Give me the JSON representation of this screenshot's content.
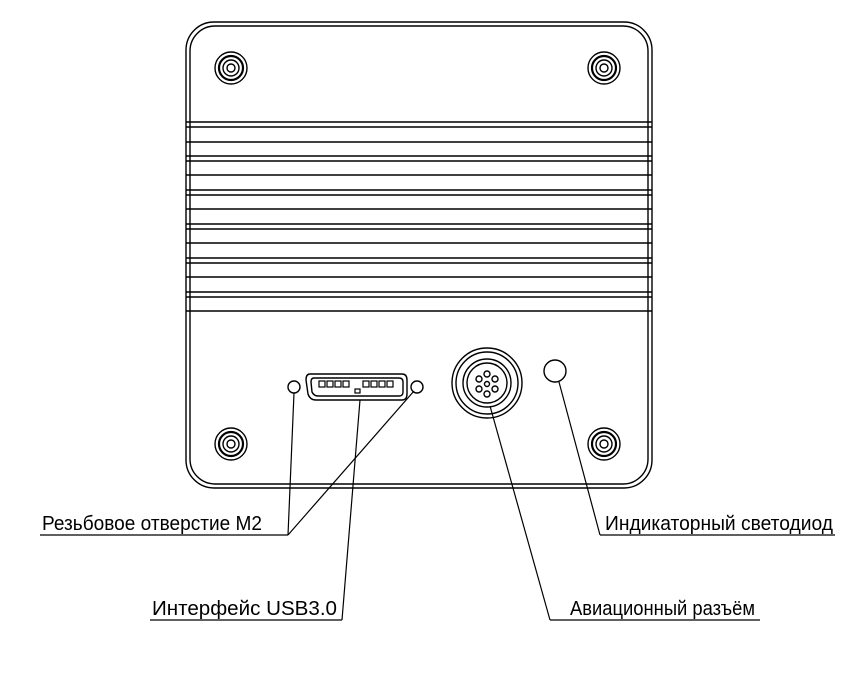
{
  "labels": {
    "mount_hole": "Резьбовое отверстие M2",
    "usb": "Интерфейс USB3.0",
    "aviation_connector": "Авиационный разъём",
    "led": "Индикаторный светодиод"
  },
  "colors": {
    "line": "#000000",
    "background": "#ffffff"
  }
}
